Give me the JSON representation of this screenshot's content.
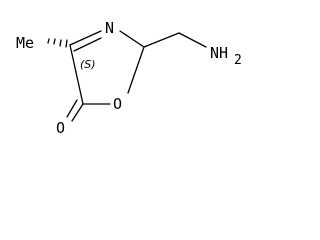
{
  "molecule": {
    "atoms": {
      "methyl": "Me",
      "ring_nitrogen": "N",
      "amine": "NH",
      "amine_subscript": "2",
      "ring_oxygen": "O",
      "carbonyl_oxygen": "O"
    },
    "stereo_descriptor": "(S)"
  },
  "colors": {
    "bond": "#000000",
    "text": "#000000",
    "background": "#ffffff"
  }
}
